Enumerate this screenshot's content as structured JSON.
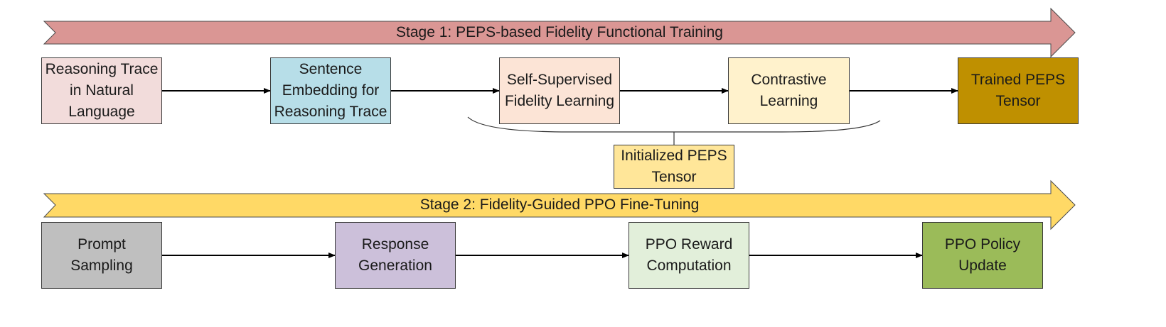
{
  "colors": {
    "stage1_banner": "#da9694",
    "stage2_banner": "#ffd966",
    "reasoning_trace": "#f2dcdb",
    "sentence_embedding": "#b7dee8",
    "self_supervised": "#fce4d6",
    "contrastive": "#fff2cc",
    "trained_peps": "#bf9000",
    "initialized_peps": "#ffe699",
    "prompt_sampling": "#bfbfbf",
    "response_generation": "#ccc0da",
    "ppo_reward": "#e2efda",
    "ppo_policy": "#9bbb59"
  },
  "stage1": {
    "title": "Stage 1: PEPS-based Fidelity Functional Training",
    "nodes": {
      "reasoning_trace": "Reasoning Trace\nin Natural\nLanguage",
      "sentence_embedding": "Sentence\nEmbedding for\nReasoning Trace",
      "self_supervised": "Self-Supervised\nFidelity Learning",
      "contrastive": "Contrastive\nLearning",
      "trained_peps": "Trained PEPS\nTensor"
    },
    "initialized_peps": "Initialized PEPS\nTensor"
  },
  "stage2": {
    "title": "Stage 2: Fidelity-Guided PPO Fine-Tuning",
    "nodes": {
      "prompt_sampling": "Prompt\nSampling",
      "response_generation": "Response\nGeneration",
      "ppo_reward": "PPO Reward\nComputation",
      "ppo_policy": "PPO Policy\nUpdate"
    }
  }
}
